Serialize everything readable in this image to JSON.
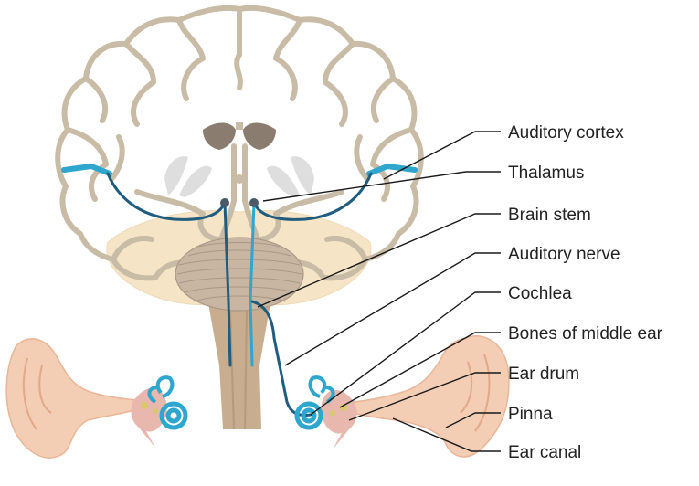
{
  "labels": [
    "Auditory cortex",
    "Thalamus",
    "Brain stem",
    "Auditory nerve",
    "Cochlea",
    "Bones of middle ear",
    "Ear drum",
    "Pinna",
    "Ear canal"
  ],
  "colors": {
    "brain_outline": "#c9bca6",
    "ventricle": "#8a7c6e",
    "thalamus": "#dedede",
    "cerebellum": "#f6e4c6",
    "brainstem": "#c8ad8f",
    "pathway_dark": "#1f5c7e",
    "pathway_light": "#2ea6cd",
    "ear_skin": "#f3cdb4",
    "middle_ear": "#e8b7ad",
    "ossicles": "#d8c96a",
    "leader": "#1a1a1a"
  }
}
